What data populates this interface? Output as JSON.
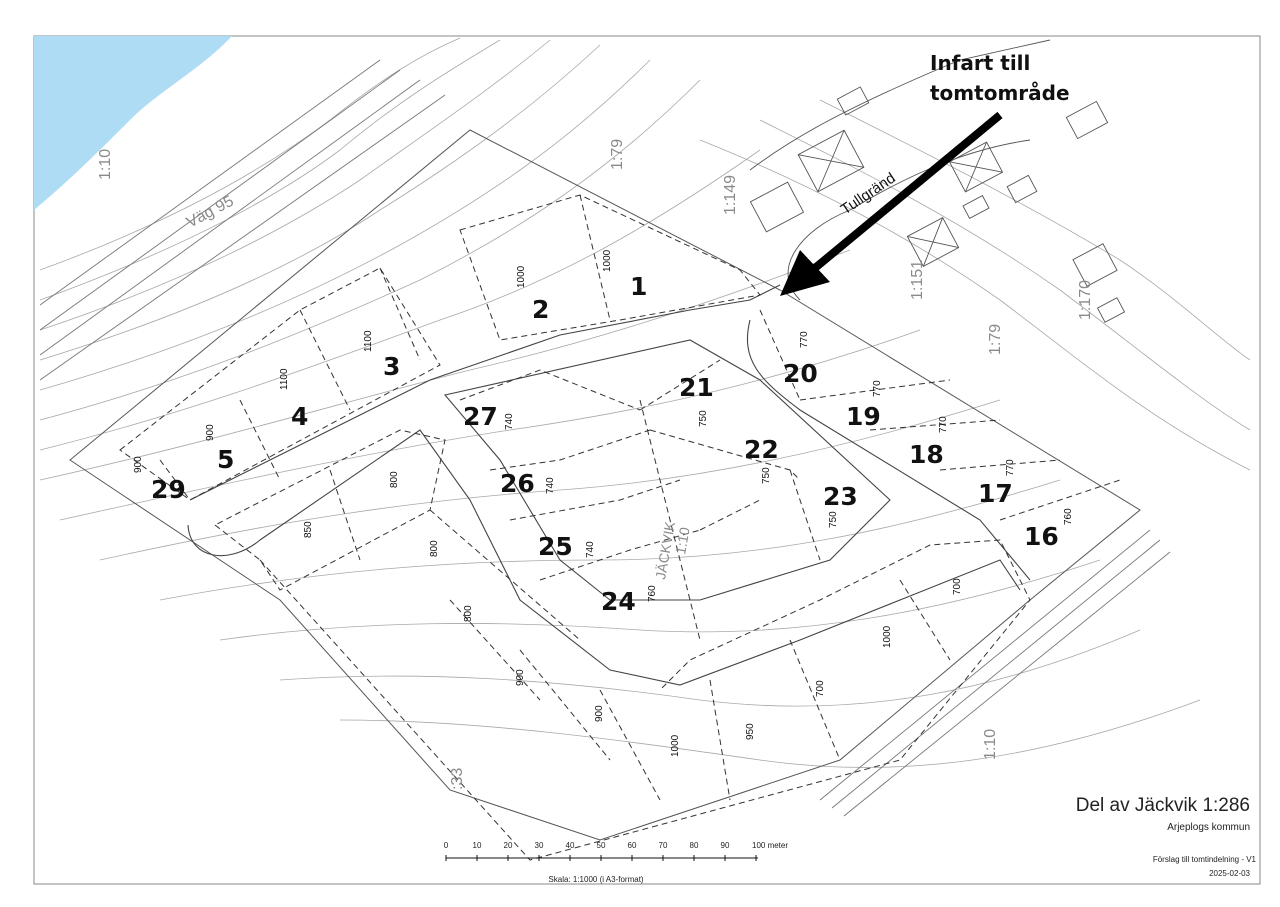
{
  "callout": {
    "line1": "Infart till",
    "line2": "tomtområde"
  },
  "street_name": "Tullgränd",
  "plot_label": "JÄCKVIK",
  "plot_number": "1:10",
  "road_label": "Väg 95",
  "lots": [
    {
      "number": "1",
      "area": "1000"
    },
    {
      "number": "2",
      "area": "1000"
    },
    {
      "number": "3",
      "area": "1100"
    },
    {
      "number": "4",
      "area": "1100"
    },
    {
      "number": "5",
      "area": "900"
    },
    {
      "number": "29",
      "area": "900"
    },
    {
      "number": "27",
      "area": "740"
    },
    {
      "number": "26",
      "area": "740"
    },
    {
      "number": "25",
      "area": "740"
    },
    {
      "number": "24",
      "area": "760"
    },
    {
      "number": "21",
      "area": "750"
    },
    {
      "number": "22",
      "area": "750"
    },
    {
      "number": "23",
      "area": "750"
    },
    {
      "number": "20",
      "area": "770"
    },
    {
      "number": "19",
      "area": "770"
    },
    {
      "number": "18",
      "area": "770"
    },
    {
      "number": "17",
      "area": "770"
    },
    {
      "number": "16",
      "area": "760"
    }
  ],
  "unnumbered_areas": [
    "800",
    "850",
    "800",
    "800",
    "900",
    "900",
    "1000",
    "950",
    "700",
    "1000",
    "700"
  ],
  "title": {
    "name": "Del av Jäckvik 1:286",
    "municipality": "Arjeplogs kommun",
    "proposal": "Förslag till tomtindelning - V1",
    "date": "2025-02-03"
  },
  "scale_bar": {
    "ticks": [
      "0",
      "10",
      "20",
      "30",
      "40",
      "50",
      "60",
      "70",
      "80",
      "90",
      "100 meter"
    ],
    "scale_text": "Skala:  1:1000  (i A3-format)"
  },
  "colors": {
    "water": "#aedcf4",
    "ink": "#111111",
    "contour": "#9a9a9a"
  }
}
